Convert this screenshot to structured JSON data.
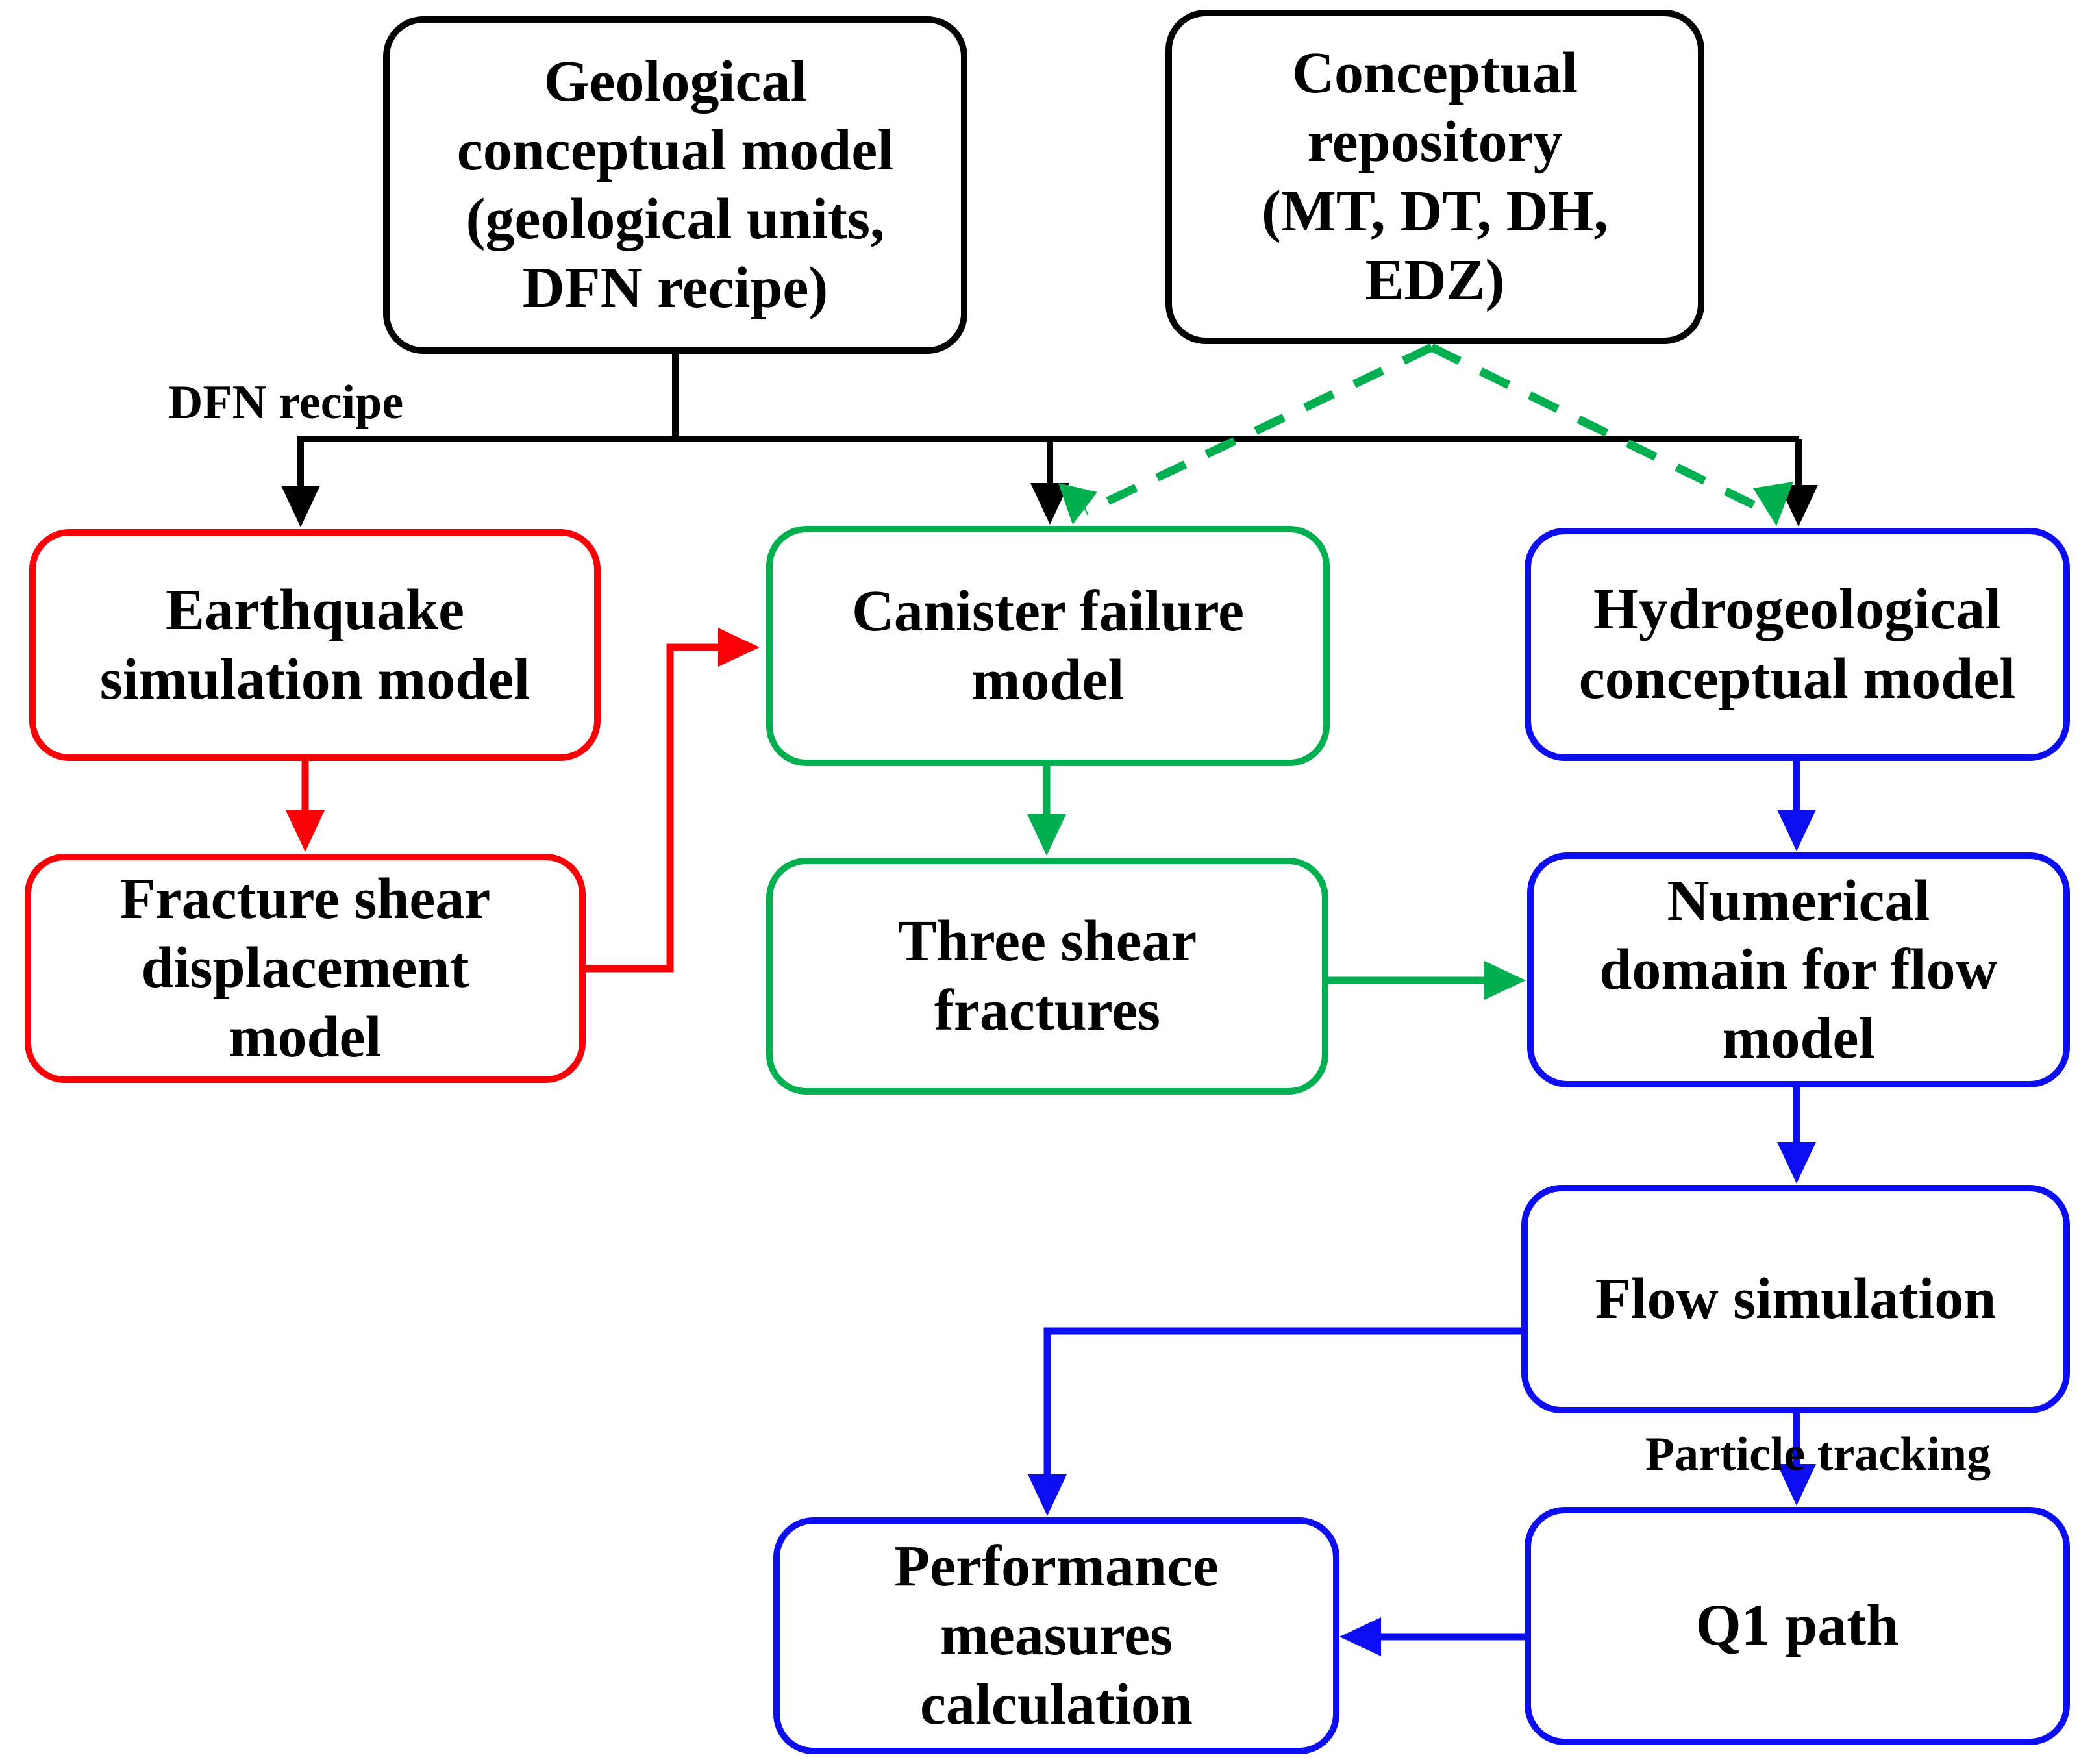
{
  "figure": {
    "type": "flowchart",
    "description": "Workflow diagram linking geological and repository conceptual models to earthquake, canister failure and hydrogeological/flow models"
  },
  "colors": {
    "black": "#000000",
    "red": "#fb0006",
    "green": "#00b050",
    "blue": "#0d0df2"
  },
  "nodes": {
    "geological": {
      "label": "Geological\nconceptual model\n(geological units,\nDFN recipe)",
      "color": "black"
    },
    "repository": {
      "label": "Conceptual\nrepository\n(MT, DT, DH,\nEDZ)",
      "color": "black"
    },
    "earthquake": {
      "label": "Earthquake\nsimulation model",
      "color": "red"
    },
    "canister": {
      "label": "Canister failure\nmodel",
      "color": "green"
    },
    "hydrogeological": {
      "label": "Hydrogeological\nconceptual model",
      "color": "blue"
    },
    "fracture": {
      "label": "Fracture shear\ndisplacement\nmodel",
      "color": "red"
    },
    "three_fractures": {
      "label": "Three shear\nfractures",
      "color": "green"
    },
    "numerical_domain": {
      "label": "Numerical\ndomain for flow\nmodel",
      "color": "blue"
    },
    "flow_simulation": {
      "label": "Flow simulation",
      "color": "blue"
    },
    "performance": {
      "label": "Performance\nmeasures\ncalculation",
      "color": "blue"
    },
    "q1_path": {
      "label": "Q1 path",
      "color": "blue"
    }
  },
  "edge_labels": {
    "dfn_recipe": "DFN recipe",
    "particle_tracking": "Particle tracking"
  }
}
